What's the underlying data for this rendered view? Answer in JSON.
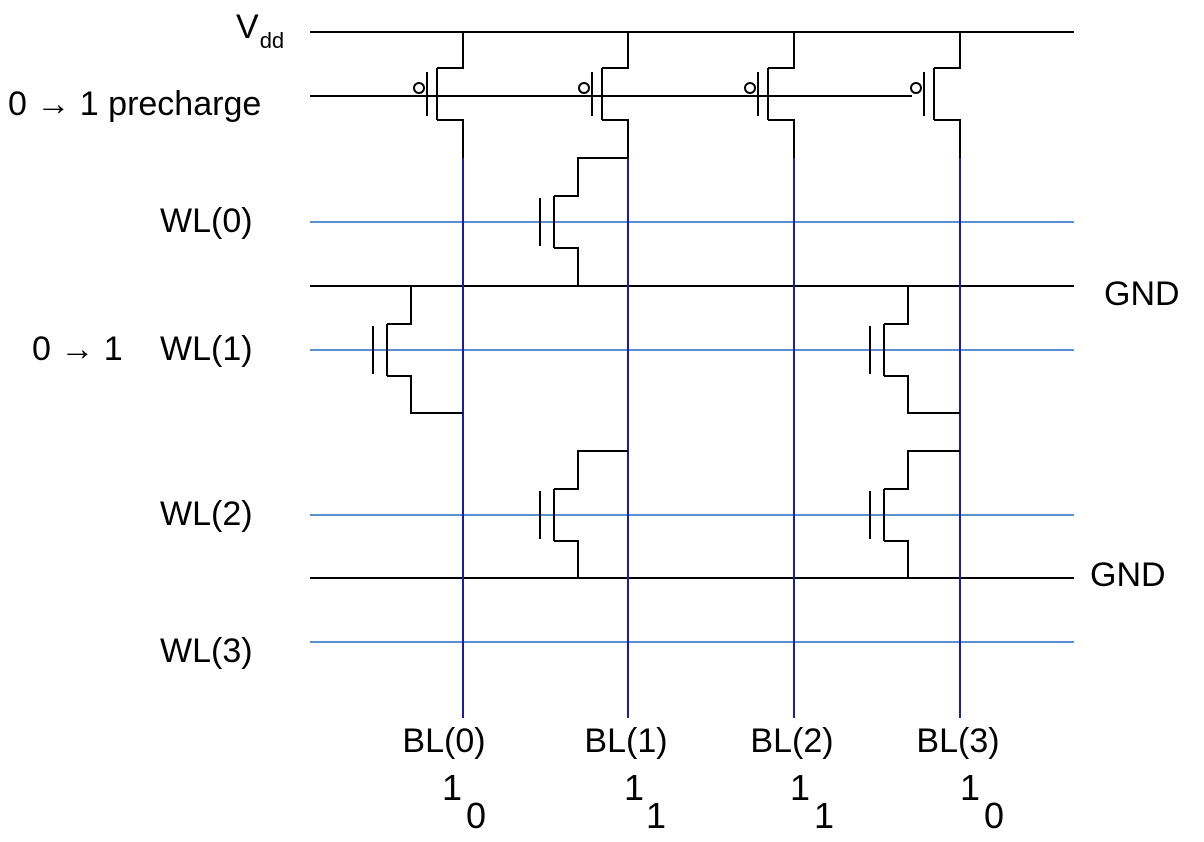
{
  "labels": {
    "vdd_main": "V",
    "vdd_sub": "dd",
    "precharge": "0  → 1 precharge",
    "wl0": "WL(0)",
    "wl1_prefix": "0  → 1",
    "wl1": "WL(1)",
    "wl2": "WL(2)",
    "wl3": "WL(3)",
    "gnd_upper": "GND",
    "gnd_lower": "GND"
  },
  "bitlines": [
    {
      "label": "BL(0)",
      "value": "1",
      "value_sub": "0"
    },
    {
      "label": "BL(1)",
      "value": "1",
      "value_sub": "1"
    },
    {
      "label": "BL(2)",
      "value": "1",
      "value_sub": "1"
    },
    {
      "label": "BL(3)",
      "value": "1",
      "value_sub": "0"
    }
  ],
  "colors": {
    "rail": "#000000",
    "word_line": "#5b8fd0",
    "bit_line": "#1a1ab4"
  }
}
